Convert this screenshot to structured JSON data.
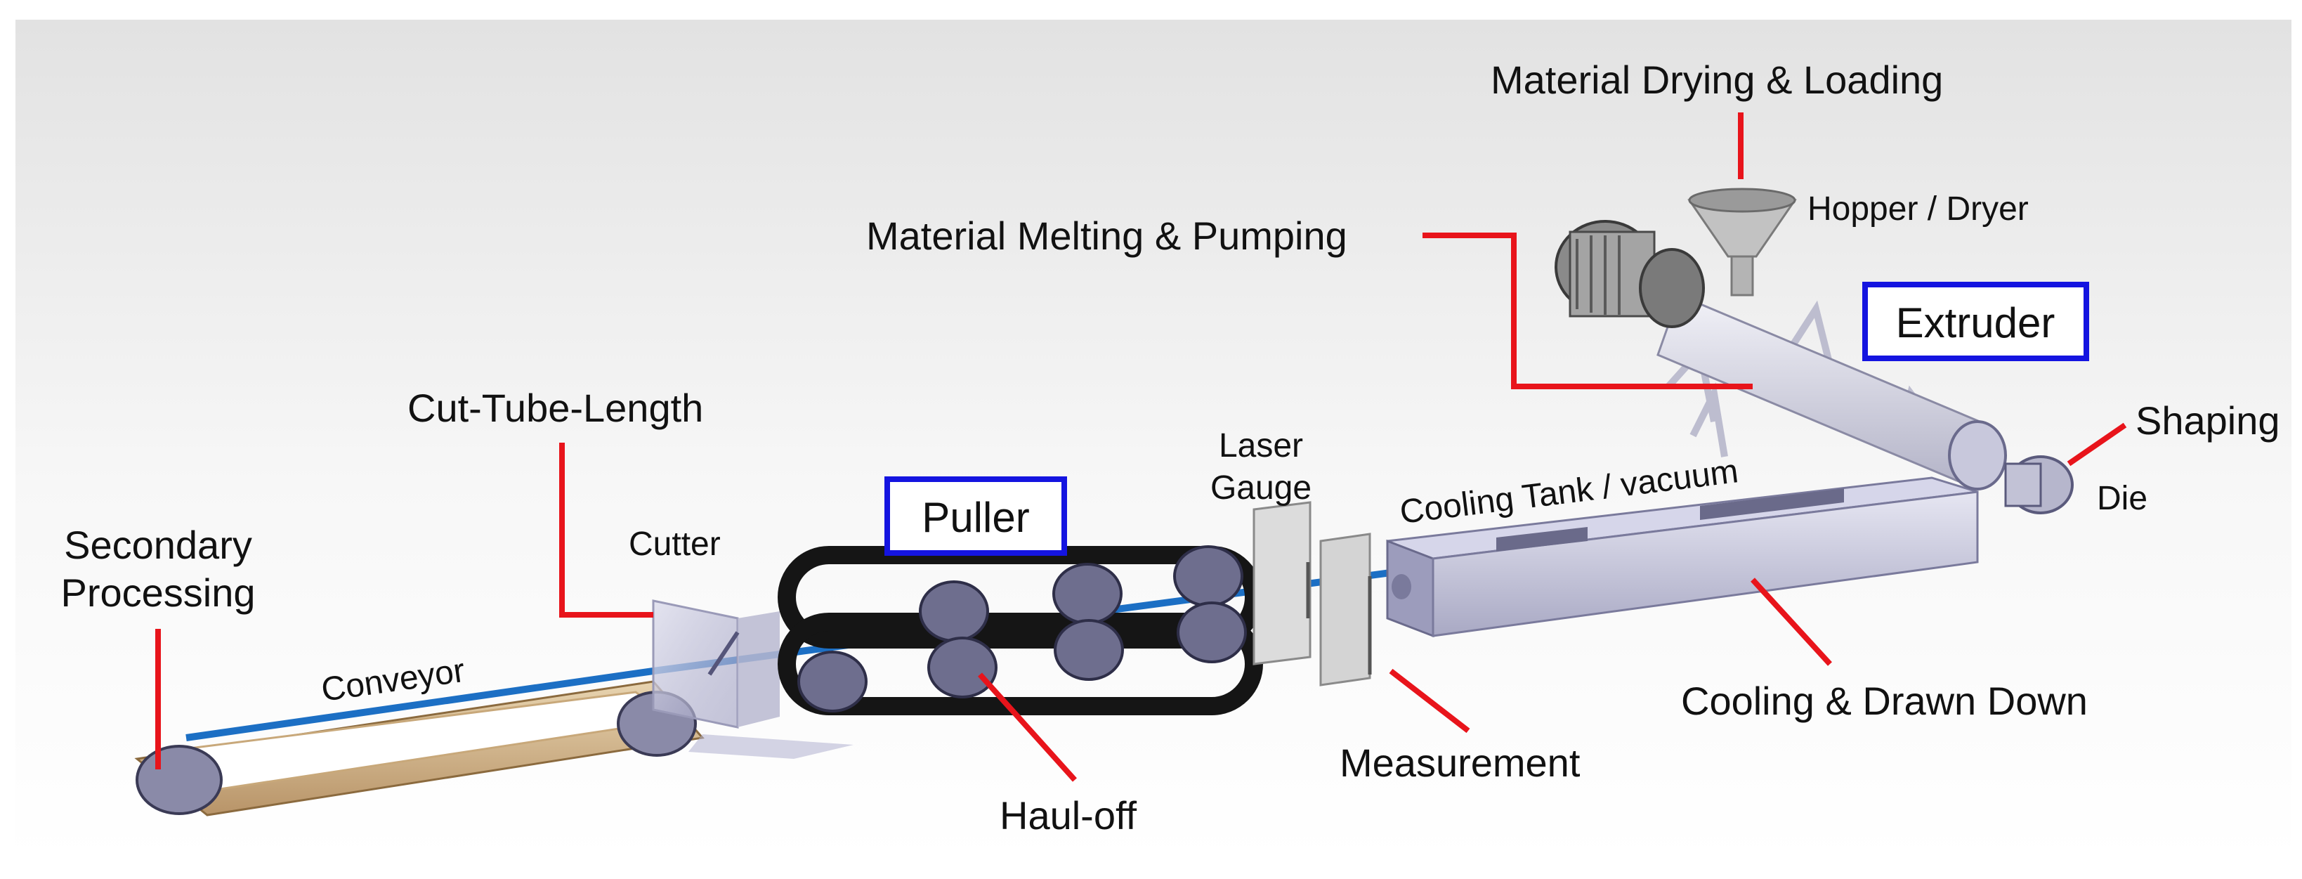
{
  "colors": {
    "leader": "#e8141b",
    "box_border": "#1414e0",
    "machine": "#c9c9dd",
    "belt": "#1a1a1a",
    "conveyor": "#d2b48c",
    "tube": "#1c6fc4",
    "background_top": "#e4e4e4",
    "background_bottom": "#ffffff"
  },
  "labels": {
    "material_drying_loading": "Material Drying & Loading",
    "hopper_dryer": "Hopper / Dryer",
    "material_melting_pumping": "Material Melting & Pumping",
    "extruder": "Extruder",
    "shaping": "Shaping",
    "die": "Die",
    "cooling_tank": "Cooling Tank / vacuum",
    "cooling_drawn_down": "Cooling & Drawn Down",
    "laser_gauge_1": "Laser",
    "laser_gauge_2": "Gauge",
    "measurement": "Measurement",
    "puller": "Puller",
    "haul_off": "Haul-off",
    "cutter": "Cutter",
    "cut_tube_length": "Cut-Tube-Length",
    "secondary_processing_1": "Secondary",
    "secondary_processing_2": "Processing",
    "conveyor": "Conveyor"
  }
}
